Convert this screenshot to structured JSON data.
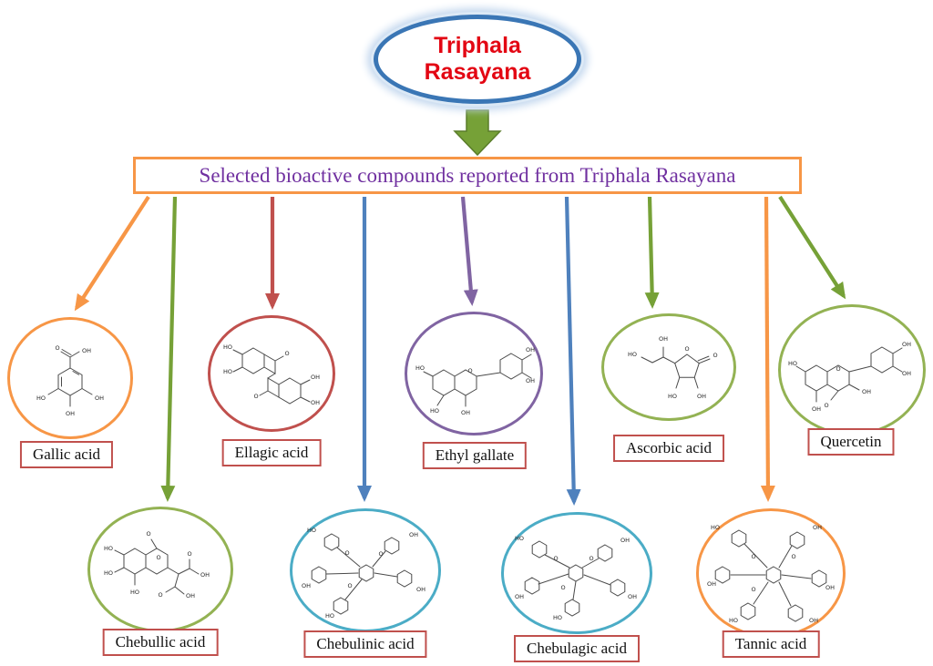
{
  "title": {
    "line1": "Triphala",
    "line2": "Rasayana"
  },
  "header": {
    "text": "Selected bioactive compounds reported from Triphala Rasayana"
  },
  "compounds": [
    {
      "name": "Gallic acid",
      "oval_color": "orange",
      "arrow_color": "orange",
      "atoms": [
        "O",
        "OH",
        "HO",
        "OH",
        "OH"
      ]
    },
    {
      "name": "Ellagic acid",
      "oval_color": "red",
      "arrow_color": "red",
      "atoms": [
        "HO",
        "HO",
        "O",
        "O",
        "OH",
        "OH"
      ]
    },
    {
      "name": "Ethyl gallate",
      "oval_color": "purple",
      "arrow_color": "purple",
      "atoms": [
        "HO",
        "O",
        "OH",
        "OH",
        "OH",
        "HO"
      ]
    },
    {
      "name": "Ascorbic acid",
      "oval_color": "green",
      "arrow_color": "green",
      "atoms": [
        "OH",
        "HO",
        "O",
        "O",
        "HO",
        "OH"
      ]
    },
    {
      "name": "Quercetin",
      "oval_color": "green",
      "arrow_color": "green",
      "atoms": [
        "HO",
        "OH",
        "O",
        "O",
        "OH",
        "OH",
        "OH"
      ]
    },
    {
      "name": "Chebullic acid",
      "oval_color": "green",
      "arrow_color": "green",
      "atoms": [
        "O",
        "HO",
        "HO",
        "O",
        "O",
        "OH",
        "O",
        "OH",
        "HO"
      ]
    },
    {
      "name": "Chebulinic acid",
      "oval_color": "teal",
      "arrow_color": "blue",
      "atoms": [
        "HO",
        "OH",
        "HO",
        "O",
        "O",
        "O",
        "OH",
        "OH"
      ]
    },
    {
      "name": "Chebulagic acid",
      "oval_color": "teal",
      "arrow_color": "blue",
      "atoms": [
        "HO",
        "OH",
        "O",
        "O",
        "O",
        "OH",
        "OH",
        "HO"
      ]
    },
    {
      "name": "Tannic acid",
      "oval_color": "orange",
      "arrow_color": "orange",
      "atoms": [
        "HO",
        "OH",
        "HO",
        "O",
        "O",
        "OH",
        "O",
        "OH",
        "OH"
      ]
    }
  ],
  "colors": {
    "title_border": "#3A76B5",
    "title_glow": "#C3D7EE",
    "title_text": "#E30613",
    "header_border": "#F79646",
    "header_text": "#7030A0",
    "label_border": "#C0504D",
    "label_text": "#111111",
    "block_arrow": "#76A137",
    "palette": {
      "orange": "#F79646",
      "green": "#76A137",
      "red": "#C0504D",
      "blue": "#4F81BD",
      "purple": "#8064A2",
      "teal": "#4BACC6"
    }
  }
}
